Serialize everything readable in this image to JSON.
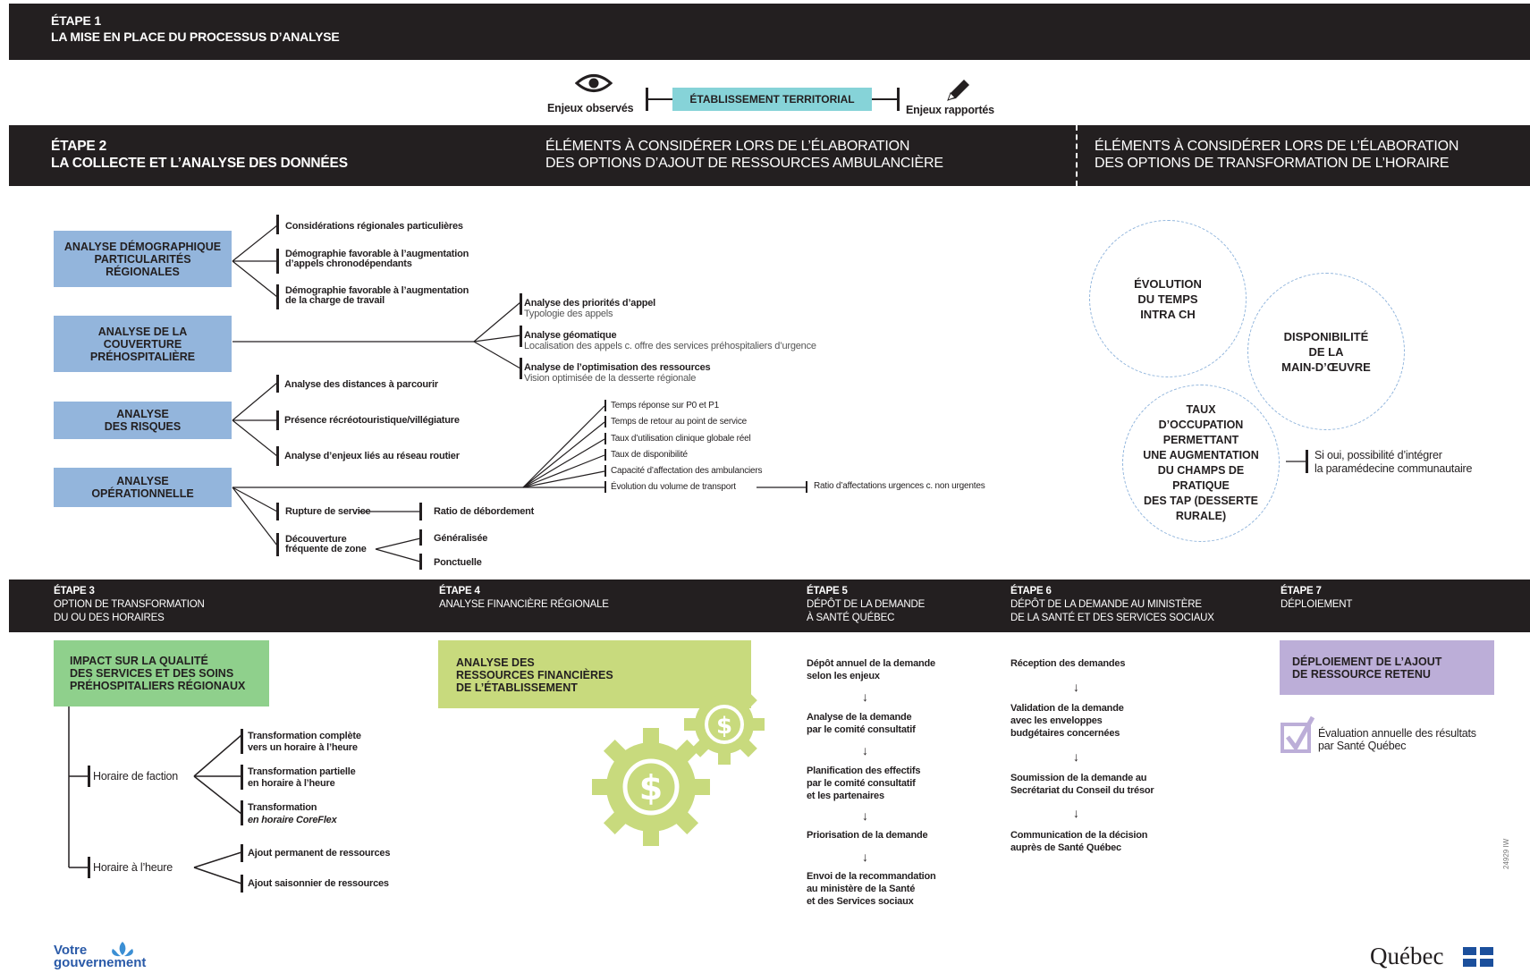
{
  "stage1": {
    "label": "ÉTAPE 1",
    "title": "LA MISE EN PLACE DU PROCESSUS D’ANALYSE"
  },
  "center": {
    "observed": "Enjeux observés",
    "establishment": "ÉTABLISSEMENT TERRITORIAL",
    "reported": "Enjeux rapportés"
  },
  "stage2": {
    "label": "ÉTAPE 2",
    "title": "LA COLLECTE ET L’ANALYSE DES DONNÉES",
    "col2_line1": "ÉLÉMENTS À CONSIDÉRER LORS DE L’ÉLABORATION",
    "col2_line2": "DES OPTIONS D’AJOUT DE RESSOURCES AMBULANCIÈRE",
    "col3_line1": "ÉLÉMENTS À CONSIDÉRER LORS DE L’ÉLABORATION",
    "col3_line2": "DES OPTIONS DE TRANSFORMATION DE L’HORAIRE"
  },
  "boxes": {
    "demo": [
      "ANALYSE DÉMOGRAPHIQUE",
      "PARTICULARITÉS",
      "RÉGIONALES"
    ],
    "couv": [
      "ANALYSE DE LA",
      "COUVERTURE",
      "PRÉHOSPITALIÈRE"
    ],
    "risk": [
      "ANALYSE",
      "DES RISQUES"
    ],
    "oper": [
      "ANALYSE",
      "OPÉRATIONNELLE"
    ]
  },
  "demo_items": [
    [
      "Considérations régionales particulières"
    ],
    [
      "Démographie favorable à l’augmentation",
      "d’appels chronodépendants"
    ],
    [
      "Démographie favorable à l’augmentation",
      "de la charge de travail"
    ]
  ],
  "couv_items": [
    {
      "title": "Analyse des priorités d’appel",
      "sub": "Typologie des appels"
    },
    {
      "title": "Analyse géomatique",
      "sub": "Localisation des appels c. offre des services préhospitaliers d’urgence"
    },
    {
      "title": "Analyse de l’optimisation des ressources",
      "sub": "Vision optimisée de la desserte régionale"
    }
  ],
  "risk_items": [
    "Analyse des distances à parcourir",
    "Présence récréotouristique/villégiature",
    "Analyse d’enjeux liés au réseau routier"
  ],
  "oper_items": [
    "Temps réponse sur P0 et P1",
    "Temps de retour au point de service",
    "Taux d’utilisation clinique globale réel",
    "Taux de disponibilité",
    "Capacité d’affectation des ambulanciers",
    "Évolution du volume de transport"
  ],
  "oper_ratio": "Ratio d’affectations urgences c. non urgentes",
  "rupture": {
    "label": "Rupture de service",
    "result": "Ratio de débordement"
  },
  "decouv": {
    "line1": "Découverture",
    "line2": "fréquente de zone",
    "opt1": "Généralisée",
    "opt2": "Ponctuelle"
  },
  "circles": {
    "c1": [
      "ÉVOLUTION",
      "DU TEMPS",
      "INTRA CH"
    ],
    "c2": [
      "DISPONIBILITÉ",
      "DE LA",
      "MAIN-D’ŒUVRE"
    ],
    "c3": [
      "TAUX",
      "D’OCCUPATION",
      "PERMETTANT",
      "UNE AUGMENTATION",
      "DU CHAMPS DE",
      "PRATIQUE",
      "DES TAP (DESSERTE",
      "RURALE)"
    ],
    "note": [
      "Si oui, possibilité d’intégrer",
      "la paramédecine communautaire"
    ]
  },
  "stages_bottom": [
    {
      "label": "ÉTAPE 3",
      "lines": [
        "OPTION DE TRANSFORMATION",
        "DU OU DES HORAIRES"
      ]
    },
    {
      "label": "ÉTAPE 4",
      "lines": [
        "ANALYSE FINANCIÈRE RÉGIONALE"
      ]
    },
    {
      "label": "ÉTAPE 5",
      "lines": [
        "DÉPÔT DE LA DEMANDE",
        "À SANTÉ QUÉBEC"
      ]
    },
    {
      "label": "ÉTAPE 6",
      "lines": [
        "DÉPÔT DE LA DEMANDE AU MINISTÈRE",
        "DE LA SANTÉ ET DES SERVICES SOCIAUX"
      ]
    },
    {
      "label": "ÉTAPE 7",
      "lines": [
        "DÉPLOIEMENT"
      ]
    }
  ],
  "stage3": {
    "box": [
      "IMPACT SUR LA QUALITÉ",
      "DES SERVICES ET DES SOINS",
      "PRÉHOSPITALIERS RÉGIONAUX"
    ],
    "faction": "Horaire de faction",
    "faction_items": [
      [
        "Transformation complète",
        "vers un horaire à l’heure"
      ],
      [
        "Transformation partielle",
        "en horaire à l’heure"
      ],
      [
        "Transformation",
        "en horaire CoreFlex"
      ]
    ],
    "heure": "Horaire à l’heure",
    "heure_items": [
      "Ajout permanent de ressources",
      "Ajout saisonnier de ressources"
    ]
  },
  "stage4": {
    "box": [
      "ANALYSE DES",
      "RESSOURCES FINANCIÈRES",
      "DE L’ÉTABLISSEMENT"
    ]
  },
  "stage5": [
    [
      "Dépôt annuel de la demande",
      "selon les enjeux"
    ],
    [
      "Analyse de la demande",
      "par le comité consultatif"
    ],
    [
      "Planification des effectifs",
      "par le comité consultatif",
      "et les partenaires"
    ],
    [
      "Priorisation de la demande"
    ],
    [
      "Envoi de la recommandation",
      "au ministère de la Santé",
      "et des Services sociaux"
    ]
  ],
  "stage6": [
    [
      "Réception des demandes"
    ],
    [
      "Validation de la demande",
      "avec les enveloppes",
      "budgétaires concernées"
    ],
    [
      "Soumission de la demande au",
      "Secrétariat du Conseil du trésor"
    ],
    [
      "Communication de la décision",
      "auprès de Santé Québec"
    ]
  ],
  "stage7": {
    "box": [
      "DÉPLOIEMENT DE L’AJOUT",
      "DE RESSOURCE RETENU"
    ],
    "eval": [
      "Évaluation annuelle des résultats",
      "par Santé Québec"
    ]
  },
  "footer": {
    "logo_left": [
      "Votre",
      "gouvernement"
    ],
    "logo_right": "Québec",
    "code": "24929 IW"
  },
  "colors": {
    "dark": "#231f20",
    "blue": "#93b5dc",
    "teal": "#86d3d8",
    "green": "#8fd08c",
    "lime": "#c8da7d",
    "purple": "#bcaed8"
  },
  "arrow_glyph": "↓"
}
